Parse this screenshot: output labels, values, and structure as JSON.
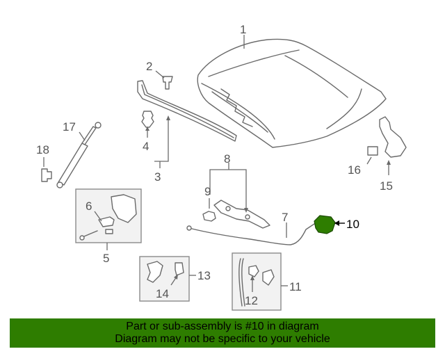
{
  "callouts": {
    "c1": "1",
    "c2": "2",
    "c3": "3",
    "c4": "4",
    "c5": "5",
    "c6": "6",
    "c7": "7",
    "c8": "8",
    "c9": "9",
    "c10": "10",
    "c11": "11",
    "c12": "12",
    "c13": "13",
    "c14": "14",
    "c15": "15",
    "c16": "16",
    "c17": "17",
    "c18": "18"
  },
  "highlight": {
    "part": "10",
    "color": "#2e7d00"
  },
  "banner": {
    "line1": "Part or sub-assembly is #10 in diagram",
    "line2": "Diagram may not be specific to your vehicle",
    "color": "#2e7d00"
  }
}
